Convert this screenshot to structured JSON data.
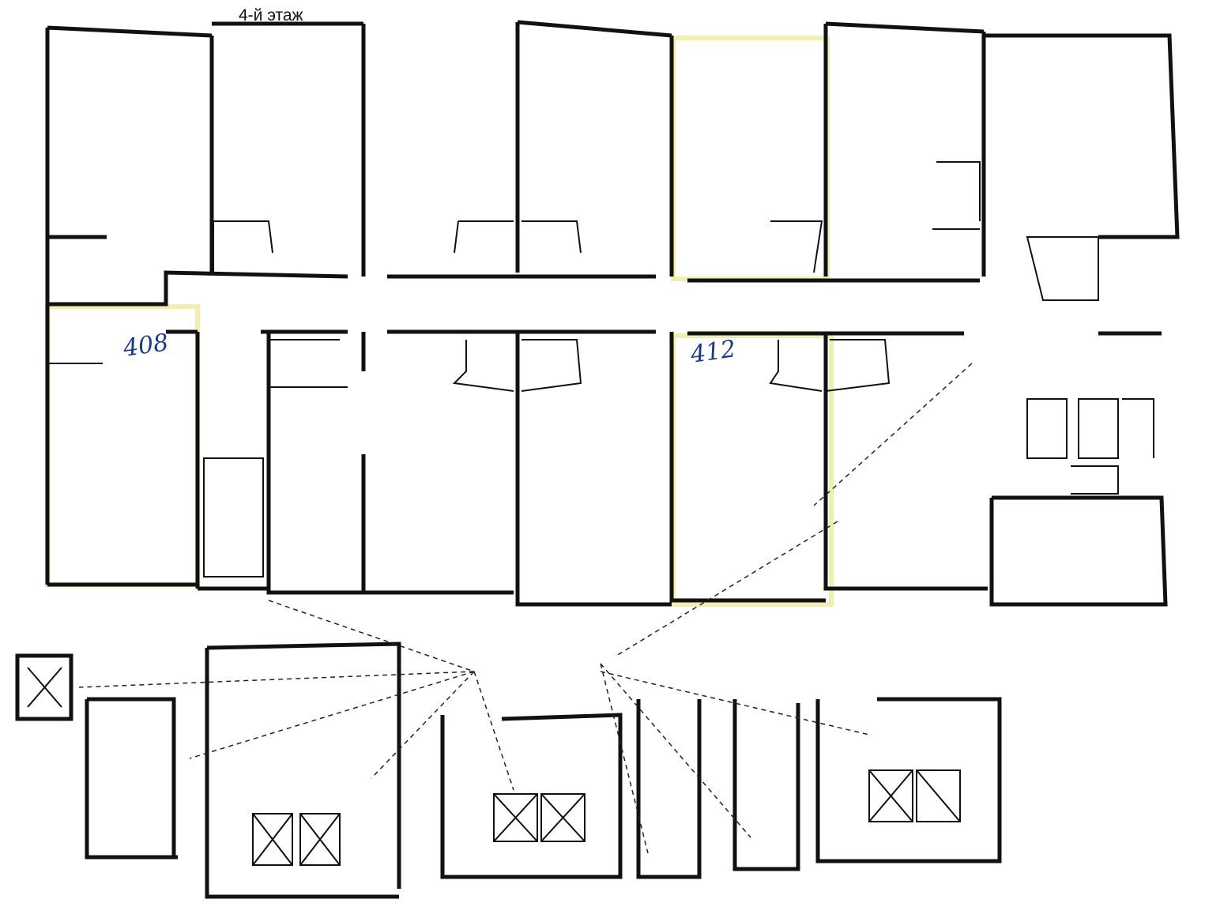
{
  "plan": {
    "title": "4-й этаж",
    "handwritten_labels": [
      "408",
      "412"
    ],
    "highlight_color": "#f1efb0",
    "ink_color": "#111111",
    "handwriting_color": "#1a3a8a"
  }
}
